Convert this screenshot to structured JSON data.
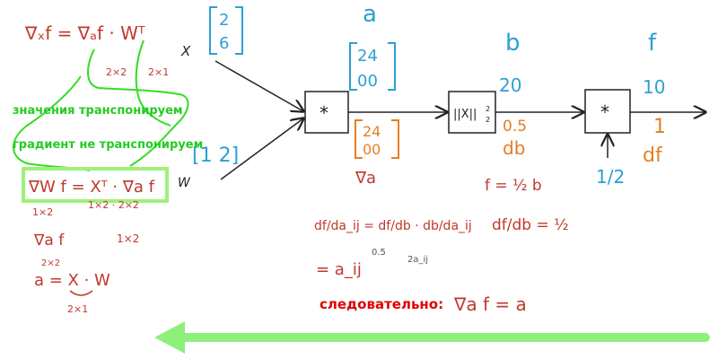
{
  "colors": {
    "red": "#c0392b",
    "blue": "#2d9fd3",
    "orange": "#e67e22",
    "green": "#5de84a",
    "black": "#222222",
    "bright_red": "#e00000"
  },
  "inputs": {
    "x_label": "X",
    "x_values": [
      "2",
      "6"
    ],
    "w_label": "W",
    "w_values": "[1 2]"
  },
  "nodes": {
    "mult1_symbol": "*",
    "norm_symbol": "||X||",
    "norm_sup": "2",
    "norm_sub": "2",
    "mult2_symbol": "*",
    "mult2_input": "1/2"
  },
  "forward": {
    "a_label": "a",
    "a_values": [
      "24",
      "00"
    ],
    "b_label": "b",
    "b_value": "20",
    "f_label": "f",
    "f_value": "10"
  },
  "backward": {
    "grad_a_values": [
      "24",
      "00"
    ],
    "grad_a_label": "∇a",
    "db_value": "0.5",
    "db_label": "db",
    "df_value": "1",
    "df_label": "df"
  },
  "notes": {
    "top_formula": "∇ₓf = ∇ₐf · Wᵀ",
    "top_dim_1": "2×2",
    "top_dim_2": "2×1",
    "grad_w_formula": "∇W f = Xᵀ · ∇a f",
    "grad_w_dim_1": "1×2",
    "grad_w_dim_2": "1×2 · 2×2",
    "grad_w_dim_3": "1×2",
    "grad_a_f": "∇a f",
    "grad_a_dim": "2×2",
    "a_eq": "a = X · W",
    "a_dim": "2×1",
    "chain_rule": "df/da_ij = df/db · db/da_ij",
    "chain_half": "0.5",
    "chain_2aij": "2a_ij",
    "chain_result": "= a_ij",
    "f_eq": "f = ½ b",
    "df_db": "df/db = ½"
  },
  "annotations": {
    "values_transposed": "значения транспонируем",
    "gradient_not_transposed": "градиент не транспонируем",
    "conclusion": "следовательно:",
    "conclusion_formula": "∇a f = a"
  }
}
